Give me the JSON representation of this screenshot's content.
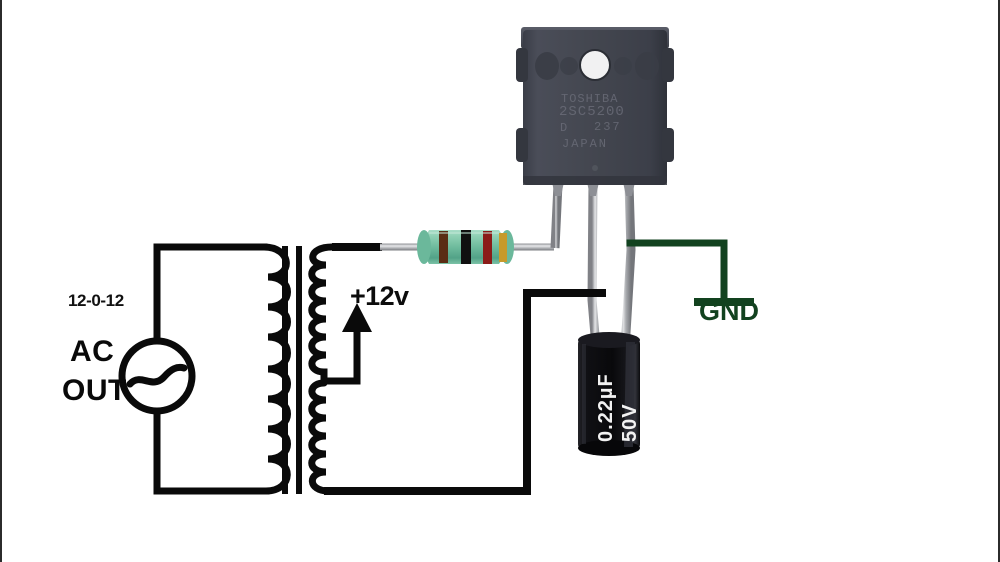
{
  "diagram": {
    "title": "2SC5200 transistor series-pass 12V regulator circuit",
    "background_color": "#ffffff",
    "wire_color": "#0a0a0a",
    "ground_color": "#12421f"
  },
  "labels": {
    "transformer_tap": "12-0-12",
    "ac_out_line1": "AC",
    "ac_out_line2": "OUT",
    "output_voltage": "+12v",
    "ground": "GND"
  },
  "components": {
    "transistor": {
      "name": "power-transistor",
      "package": "TO-3P",
      "brand": "TOSHIBA",
      "part_number": "2SC5200",
      "code": "D",
      "lot": "237",
      "origin": "JAPAN",
      "body_color": "#42454f",
      "lead_color": "#b6b8bd",
      "pins": [
        "base",
        "collector",
        "emitter"
      ]
    },
    "resistor": {
      "name": "resistor",
      "body_color": "#7fc6ac",
      "bands": [
        "#5a2d14",
        "#101010",
        "#8b1b18",
        "#c79a2b"
      ],
      "band_names": [
        "brown",
        "black",
        "red",
        "gold"
      ]
    },
    "capacitor": {
      "name": "electrolytic-capacitor",
      "value": "0.22µF",
      "voltage": "50V",
      "body_color": "#0d0d0f"
    },
    "transformer": {
      "name": "transformer",
      "primary_turns": 4,
      "secondary_turns": 12,
      "center_tapped": true
    },
    "ac_source": {
      "name": "ac-source",
      "symbol": "sine-in-circle"
    },
    "ground_symbol": {
      "name": "ground-symbol",
      "color": "#12421f"
    }
  }
}
